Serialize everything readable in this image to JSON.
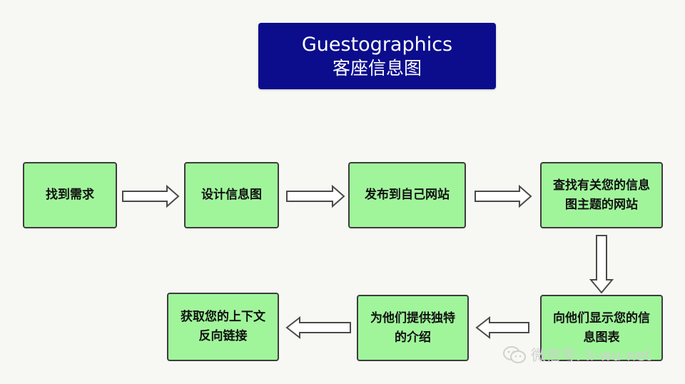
{
  "title": {
    "en": "Guestographics",
    "zh": "客座信息图"
  },
  "steps": [
    {
      "id": "s1",
      "text": "找到需求"
    },
    {
      "id": "s2",
      "text": "设计信息图"
    },
    {
      "id": "s3",
      "text": "发布到自己网站"
    },
    {
      "id": "s4",
      "text": "查找有关您的信息图主题的网站"
    },
    {
      "id": "s5",
      "text": "向他们显示您的信息图表"
    },
    {
      "id": "s6",
      "text": "为他们提供独特的介绍"
    },
    {
      "id": "s7",
      "text": "获取您的上下文反向链接"
    }
  ],
  "flow": [
    {
      "from": "s1",
      "to": "s2"
    },
    {
      "from": "s2",
      "to": "s3"
    },
    {
      "from": "s3",
      "to": "s4"
    },
    {
      "from": "s4",
      "to": "s5"
    },
    {
      "from": "s5",
      "to": "s6"
    },
    {
      "from": "s6",
      "to": "s7"
    }
  ],
  "watermark": {
    "text": "微信号: li-wu-net",
    "icon": "wechat-icon"
  },
  "colors": {
    "title_bg": "#0b0d8c",
    "step_fill": "#a0f59b",
    "step_border": "#3d3d3d",
    "arrow_stroke": "#4a4a4a"
  }
}
